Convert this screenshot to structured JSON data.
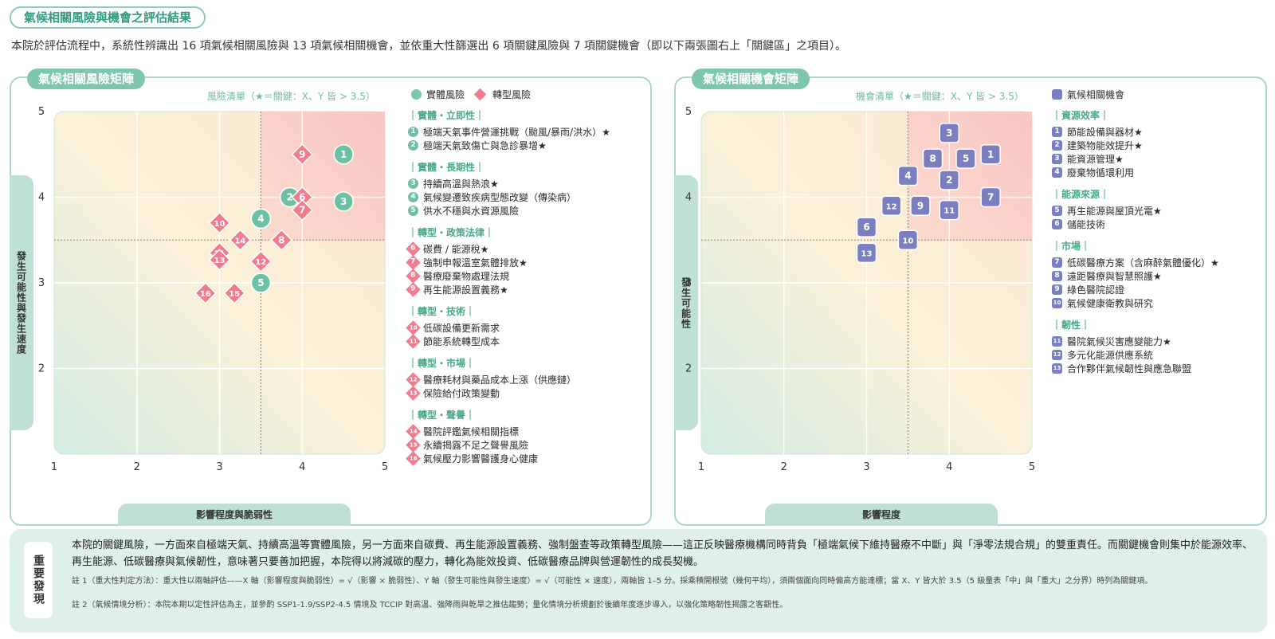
{
  "page_title": "氣候相關風險與機會之評估結果",
  "intro": "本院於評估流程中，系統性辨識出 16 項氣候相關風險與 13 項氣候相關機會，並依重大性篩選出 6 項關鍵風險與 7 項關鍵機會（即以下兩張圖右上「關鍵區」之項目）。",
  "colors": {
    "physical": "#6cc0a4",
    "transition": "#f07c8e",
    "opportunity": "#7b7fbf",
    "threshold": "#e8506a"
  },
  "risk_panel": {
    "title": "氣候相關風險矩陣",
    "list_caption": "風險清單（★＝關鍵：X、Y 皆 > 3.5）",
    "legend_physical": "實體風險",
    "legend_transition": "轉型風險",
    "ylabel": "發生可能性與發生速度",
    "xlabel": "影響程度與脆弱性",
    "groups": [
      {
        "title": "｜實體・立即性｜",
        "shape": "circle",
        "items": [
          {
            "no": "1",
            "text": "極端天氣事件營運挑戰（颱風/暴雨/洪水）★"
          },
          {
            "no": "2",
            "text": "極端天氣致傷亡與急診暴增★"
          }
        ]
      },
      {
        "title": "｜實體・長期性｜",
        "shape": "circle",
        "items": [
          {
            "no": "3",
            "text": "持續高溫與熱浪★"
          },
          {
            "no": "4",
            "text": "氣候變遷致疾病型態改變（傳染病）"
          },
          {
            "no": "5",
            "text": "供水不穩與水資源風險"
          }
        ]
      },
      {
        "title": "｜轉型・政策法律｜",
        "shape": "diamond",
        "items": [
          {
            "no": "6",
            "text": "碳費 / 能源稅★"
          },
          {
            "no": "7",
            "text": "強制申報溫室氣體排放★"
          },
          {
            "no": "8",
            "text": "醫療廢棄物處理法規"
          },
          {
            "no": "9",
            "text": "再生能源設置義務★"
          }
        ]
      },
      {
        "title": "｜轉型・技術｜",
        "shape": "diamond",
        "items": [
          {
            "no": "10",
            "text": "低碳設備更新需求"
          },
          {
            "no": "11",
            "text": "節能系統轉型成本"
          }
        ]
      },
      {
        "title": "｜轉型・市場｜",
        "shape": "diamond",
        "items": [
          {
            "no": "12",
            "text": "醫療耗材與藥品成本上漲（供應鏈）"
          },
          {
            "no": "13",
            "text": "保險給付政策變動"
          }
        ]
      },
      {
        "title": "｜轉型・聲譽｜",
        "shape": "diamond",
        "items": [
          {
            "no": "14",
            "text": "醫院評鑑氣候相關指標"
          },
          {
            "no": "15",
            "text": "永續揭露不足之聲譽風險"
          },
          {
            "no": "16",
            "text": "氣候壓力影響醫護身心健康"
          }
        ]
      }
    ]
  },
  "opp_panel": {
    "title": "氣候相關機會矩陣",
    "list_caption": "機會清單（★＝關鍵：X、Y 皆 > 3.5）",
    "legend_opportunity": "氣候相關機會",
    "ylabel": "發生可能性",
    "xlabel": "影響程度",
    "groups": [
      {
        "title": "｜資源效率｜",
        "items": [
          {
            "no": "1",
            "text": "節能設備與器材★"
          },
          {
            "no": "2",
            "text": "建築物能效提升★"
          },
          {
            "no": "3",
            "text": "能資源管理★"
          },
          {
            "no": "4",
            "text": "廢棄物循環利用"
          }
        ]
      },
      {
        "title": "｜能源來源｜",
        "items": [
          {
            "no": "5",
            "text": "再生能源與屋頂光電★"
          },
          {
            "no": "6",
            "text": "儲能技術"
          }
        ]
      },
      {
        "title": "｜市場｜",
        "items": [
          {
            "no": "7",
            "text": "低碳醫療方案（含麻醉氣體優化）★"
          },
          {
            "no": "8",
            "text": "遠距醫療與智慧照護★"
          },
          {
            "no": "9",
            "text": "綠色醫院認證"
          },
          {
            "no": "10",
            "text": "氣候健康衛教與研究"
          }
        ]
      },
      {
        "title": "｜韌性｜",
        "items": [
          {
            "no": "11",
            "text": "醫院氣候災害應變能力★"
          },
          {
            "no": "12",
            "text": "多元化能源供應系統"
          },
          {
            "no": "13",
            "text": "合作夥伴氣候韌性與應急聯盟"
          }
        ]
      }
    ]
  },
  "chart_data": [
    {
      "type": "scatter",
      "xlabel": "影響程度與脆弱性",
      "ylabel": "發生可能性與發生速度",
      "xlim": [
        1,
        5
      ],
      "ylim": [
        1,
        5
      ],
      "xticks": [
        1,
        2,
        3,
        4,
        5
      ],
      "yticks": [
        2,
        3,
        4,
        5
      ],
      "threshold": 3.5,
      "grid": true,
      "series": [
        {
          "name": "實體風險",
          "shape": "circle",
          "points": [
            {
              "label": "1",
              "x": 4.5,
              "y": 4.5
            },
            {
              "label": "2",
              "x": 3.85,
              "y": 4.0
            },
            {
              "label": "3",
              "x": 4.5,
              "y": 3.95
            },
            {
              "label": "4",
              "x": 3.5,
              "y": 3.75
            },
            {
              "label": "5",
              "x": 3.5,
              "y": 3.0
            }
          ]
        },
        {
          "name": "轉型風險",
          "shape": "diamond",
          "points": [
            {
              "label": "6",
              "x": 4.0,
              "y": 4.0
            },
            {
              "label": "7",
              "x": 4.0,
              "y": 3.85
            },
            {
              "label": "8",
              "x": 3.75,
              "y": 3.5
            },
            {
              "label": "9",
              "x": 4.0,
              "y": 4.5
            },
            {
              "label": "10",
              "x": 3.0,
              "y": 3.7
            },
            {
              "label": "11",
              "x": 3.0,
              "y": 3.35
            },
            {
              "label": "12",
              "x": 3.5,
              "y": 3.25
            },
            {
              "label": "13",
              "x": 3.0,
              "y": 3.27
            },
            {
              "label": "14",
              "x": 3.25,
              "y": 3.5
            },
            {
              "label": "15",
              "x": 3.18,
              "y": 2.88
            },
            {
              "label": "16",
              "x": 2.83,
              "y": 2.88
            }
          ]
        }
      ]
    },
    {
      "type": "scatter",
      "xlabel": "影響程度",
      "ylabel": "發生可能性",
      "xlim": [
        1,
        5
      ],
      "ylim": [
        1,
        5
      ],
      "xticks": [
        1,
        2,
        3,
        4,
        5
      ],
      "yticks": [
        2,
        3,
        4,
        5
      ],
      "threshold": 3.5,
      "grid": true,
      "series": [
        {
          "name": "氣候相關機會",
          "shape": "square",
          "points": [
            {
              "label": "1",
              "x": 4.5,
              "y": 4.5
            },
            {
              "label": "2",
              "x": 4.0,
              "y": 4.2
            },
            {
              "label": "3",
              "x": 4.0,
              "y": 4.75
            },
            {
              "label": "4",
              "x": 3.5,
              "y": 4.25
            },
            {
              "label": "5",
              "x": 4.2,
              "y": 4.45
            },
            {
              "label": "6",
              "x": 3.0,
              "y": 3.65
            },
            {
              "label": "7",
              "x": 4.5,
              "y": 4.0
            },
            {
              "label": "8",
              "x": 3.8,
              "y": 4.45
            },
            {
              "label": "9",
              "x": 3.65,
              "y": 3.9
            },
            {
              "label": "10",
              "x": 3.5,
              "y": 3.5
            },
            {
              "label": "11",
              "x": 4.0,
              "y": 3.85
            },
            {
              "label": "12",
              "x": 3.3,
              "y": 3.9
            },
            {
              "label": "13",
              "x": 3.0,
              "y": 3.35
            }
          ]
        }
      ]
    }
  ],
  "findings": {
    "tag": "重要發現",
    "text": "本院的關鍵風險，一方面來自極端天氣、持續高溫等實體風險，另一方面來自碳費、再生能源設置義務、強制盤查等政策轉型風險——這正反映醫療機構同時背負「極端氣候下維持醫療不中斷」與「淨零法規合規」的雙重責任。而關鍵機會則集中於能源效率、再生能源、低碳醫療與氣候韌性，意味著只要善加把握，本院得以將減碳的壓力，轉化為能效投資、低碳醫療品牌與營運韌性的成長契機。",
    "note1": "註 1（重大性判定方法）：重大性以兩軸評估——X 軸（影響程度與脆弱性）= √（影響 × 脆弱性）、Y 軸（發生可能性與發生速度）= √（可能性 × 速度），兩軸皆 1–5 分。採乘積開根號（幾何平均），須兩個面向同時偏高方能達標；當 X、Y 皆大於 3.5（5 級量表「中」與「重大」之分界）時列為關鍵項。",
    "note2": "註 2（氣候情境分析）：本院本期以定性評估為主，並參酌 SSP1-1.9/SSP2-4.5 情境及 TCCIP 對高溫、強降雨與乾旱之推估趨勢；量化情境分析規劃於後續年度逐步導入，以強化策略韌性揭露之客觀性。"
  }
}
